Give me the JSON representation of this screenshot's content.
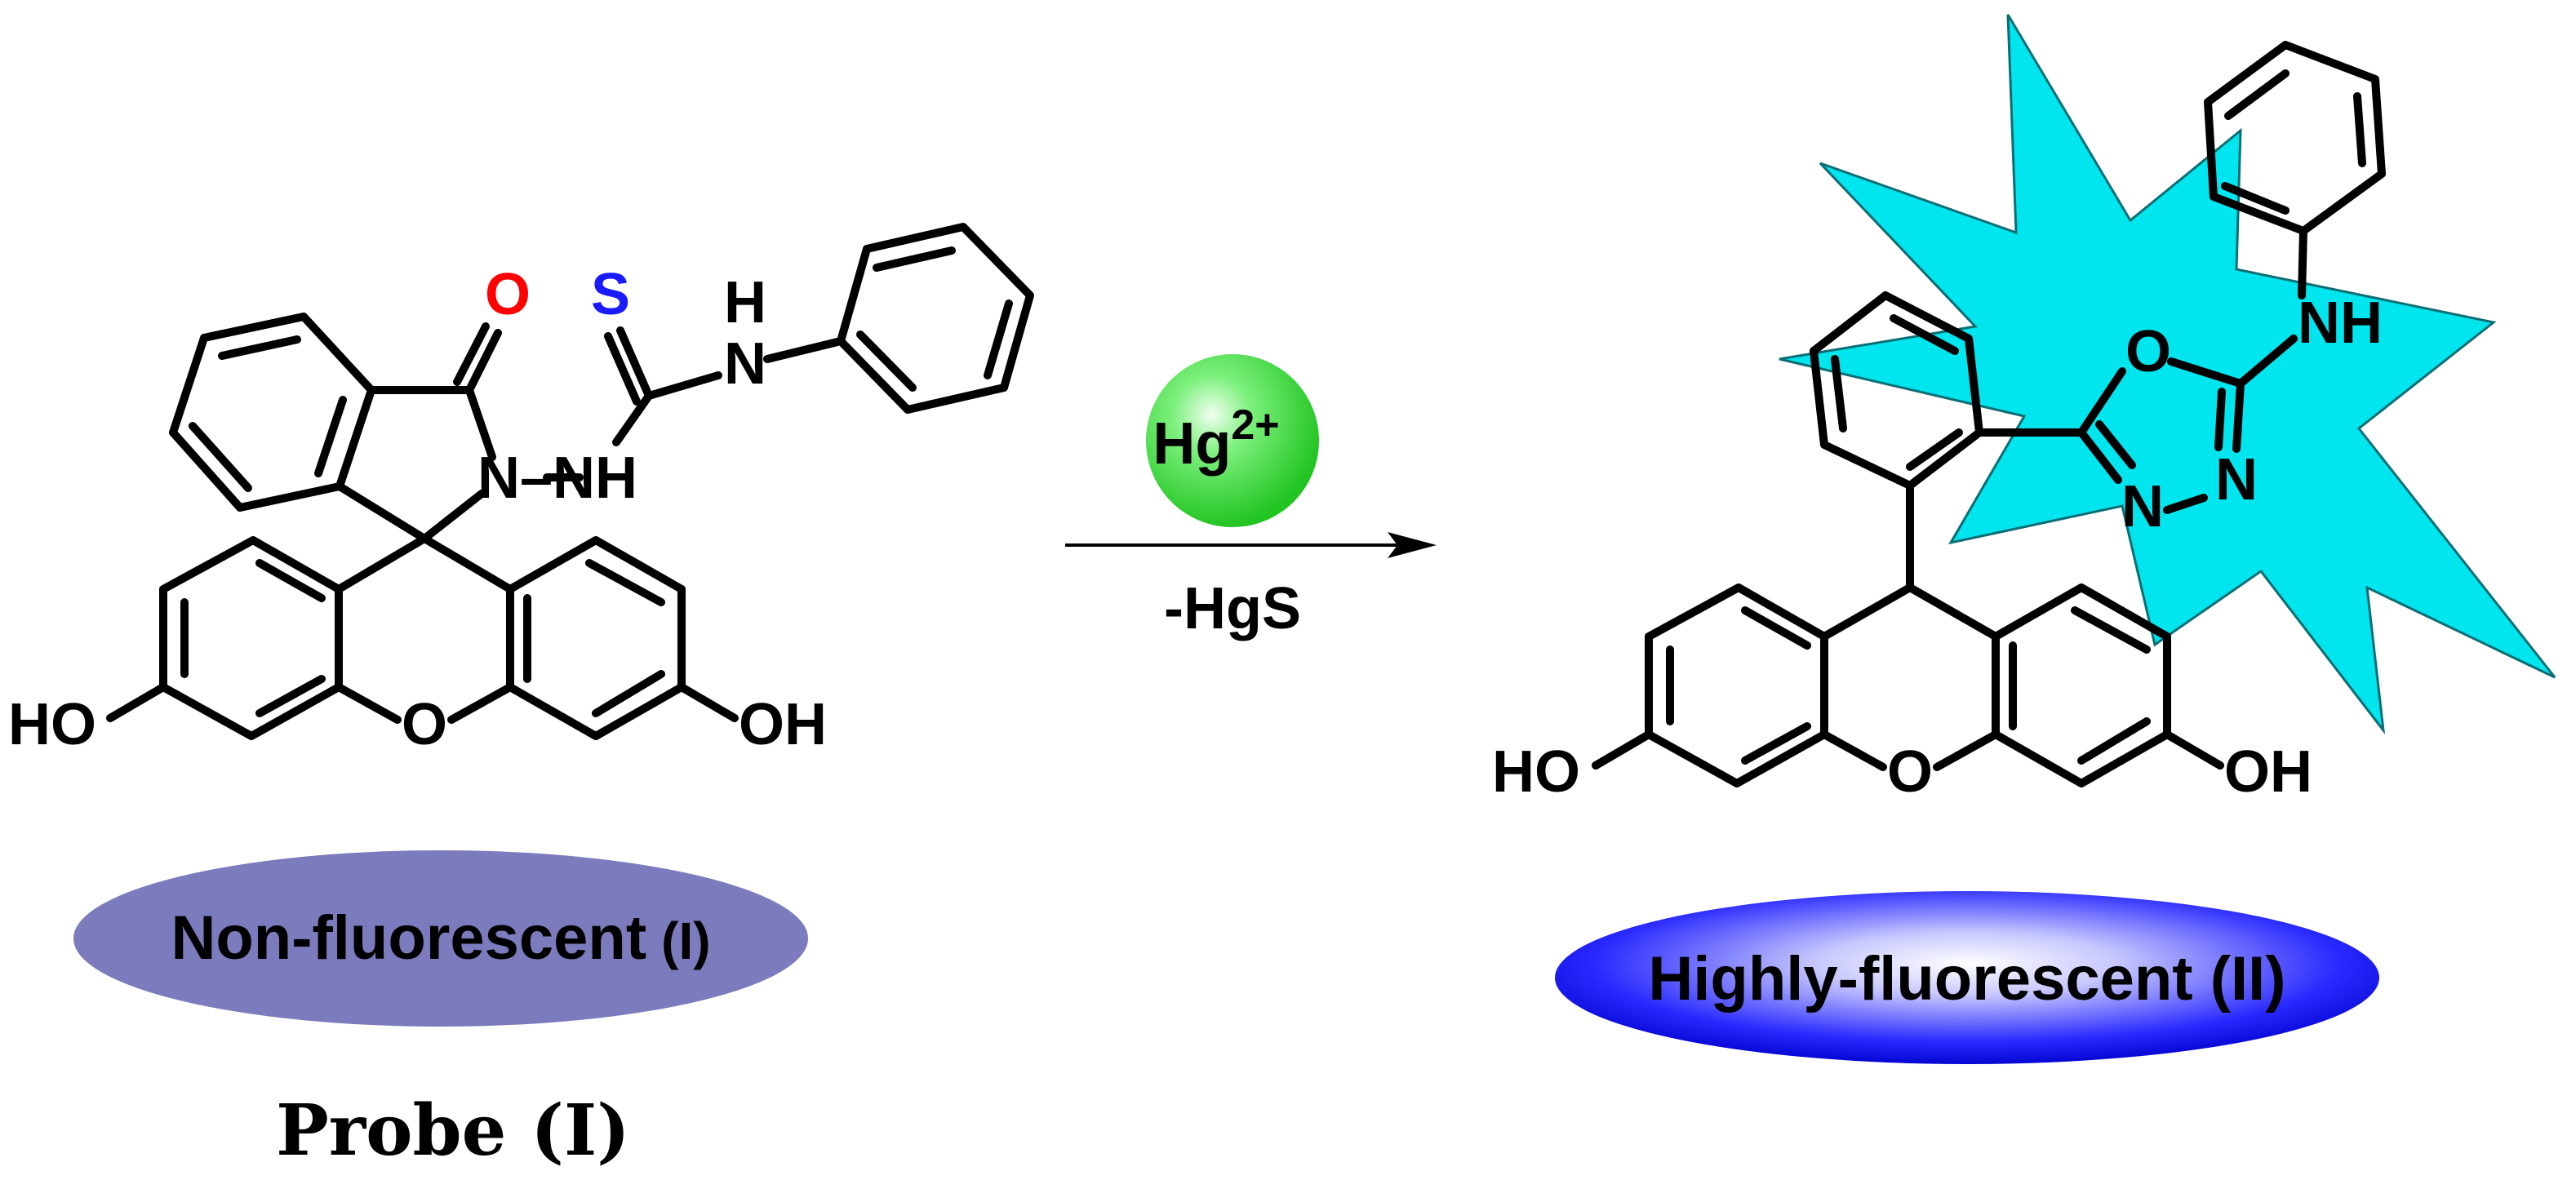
{
  "probe": {
    "carbonyl_o": "O",
    "thio_s": "S",
    "nh_h": "H",
    "nh_n": "N",
    "hydrazide": "N–NH",
    "xanthene_o": "O",
    "ho_left": "HO",
    "oh_right": "OH",
    "state_label": "Non-fluorescent",
    "state_numeral": "(I)",
    "caption": "Probe (I)"
  },
  "reaction": {
    "reagent": "Hg",
    "reagent_charge": "2+",
    "byproduct": "-HgS",
    "reagent_color": "#33dd33"
  },
  "product": {
    "oxadiazole_o": "O",
    "nh": "NH",
    "ring_n_right": "N",
    "ring_n_left": "N",
    "xanthene_o": "O",
    "ho_left": "HO",
    "oh_right": "OH",
    "state_label": "Highly-fluorescent (II)",
    "burst_color": "#00e5ee"
  },
  "colors": {
    "nonfluorescent_pill": "#7b7bbd",
    "fluorescent_pill": "#1010e0",
    "carbonyl_o": "#ff0000",
    "sulfur": "#1a1aff"
  }
}
